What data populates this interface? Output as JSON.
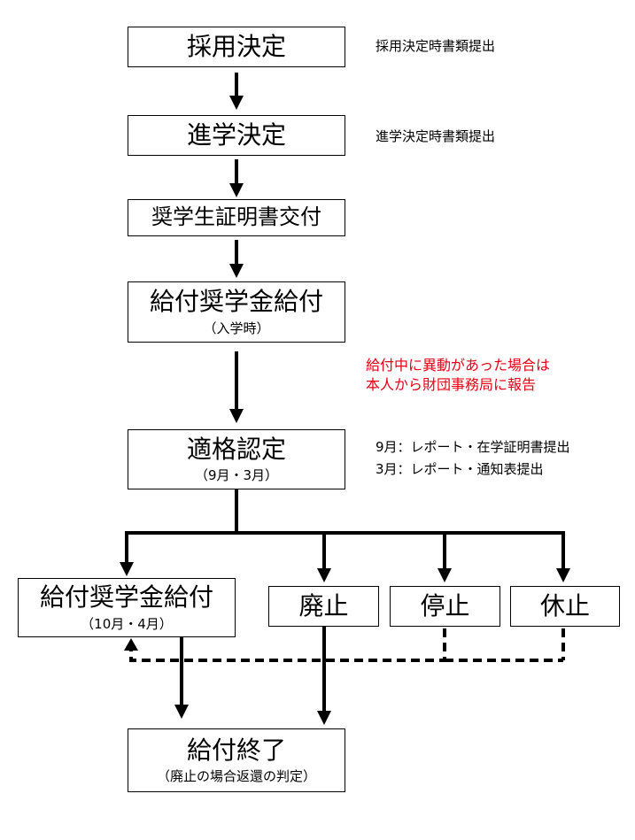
{
  "colors": {
    "line": "#000000",
    "note_alert": "#e60012",
    "box_fill": "#ffffff"
  },
  "steps": {
    "adoption": {
      "title": "採用決定",
      "note": "採用決定時書類提出"
    },
    "enrollment": {
      "title": "進学決定",
      "note": "進学決定時書類提出"
    },
    "certificate": {
      "title": "奨学生証明書交付"
    },
    "first_payment": {
      "title": "給付奨学金給付",
      "sub": "（入学時）"
    },
    "eligibility": {
      "title": "適格認定",
      "sub": "（9月・3月）",
      "notes": [
        "9月：レポート・在学証明書提出",
        "3月：レポート・通知表提出"
      ]
    },
    "regular_payment": {
      "title": "給付奨学金給付",
      "sub": "（10月・4月）"
    },
    "abolish": {
      "title": "廃止"
    },
    "stop": {
      "title": "停止"
    },
    "suspend": {
      "title": "休止"
    },
    "end": {
      "title": "給付終了",
      "sub": "（廃止の場合返還の判定）"
    }
  },
  "alert_note": {
    "lines": [
      "給付中に異動があった場合は",
      "本人から財団事務局に報告"
    ]
  }
}
